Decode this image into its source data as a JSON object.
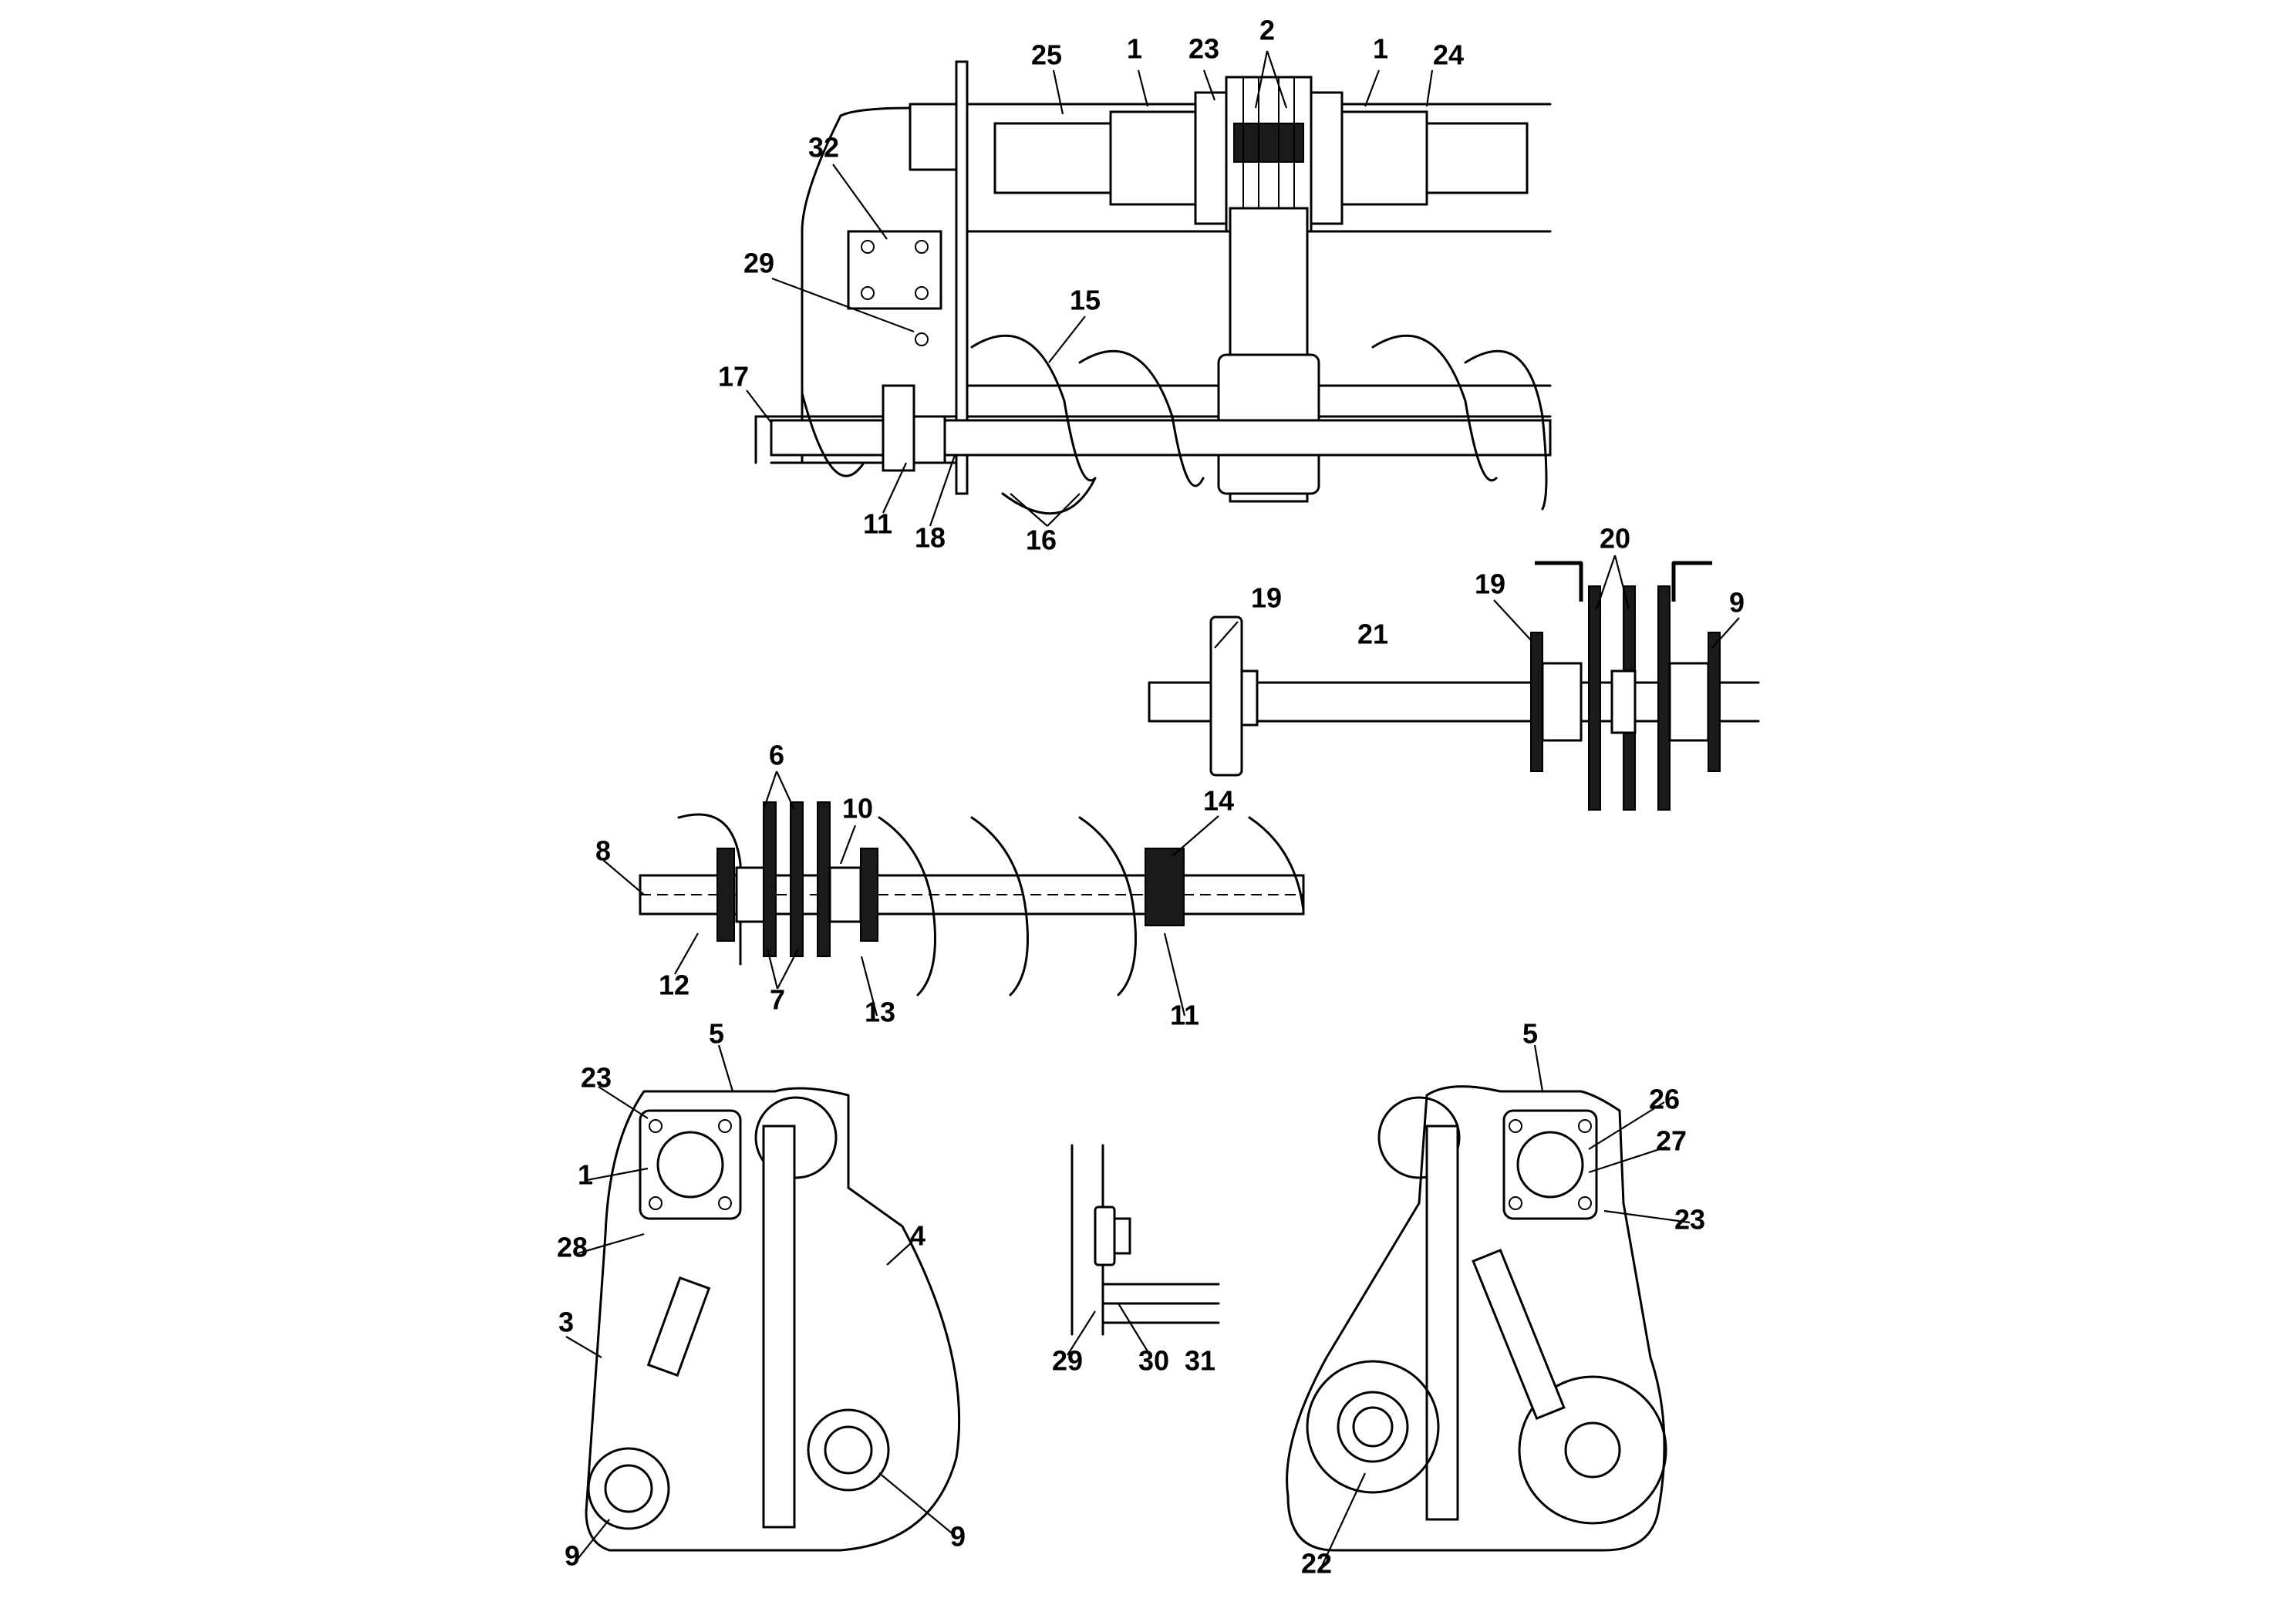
{
  "callouts": [
    {
      "id": "c-top-25",
      "text": "25"
    },
    {
      "id": "c-top-1a",
      "text": "1"
    },
    {
      "id": "c-top-23",
      "text": "23"
    },
    {
      "id": "c-top-2",
      "text": "2"
    },
    {
      "id": "c-top-1b",
      "text": "1"
    },
    {
      "id": "c-top-24",
      "text": "24"
    },
    {
      "id": "c-top-32",
      "text": "32"
    },
    {
      "id": "c-top-29",
      "text": "29"
    },
    {
      "id": "c-top-15",
      "text": "15"
    },
    {
      "id": "c-top-17",
      "text": "17"
    },
    {
      "id": "c-top-11",
      "text": "11"
    },
    {
      "id": "c-top-18",
      "text": "18"
    },
    {
      "id": "c-top-16",
      "text": "16"
    },
    {
      "id": "c-shaft-19a",
      "text": "19"
    },
    {
      "id": "c-shaft-21",
      "text": "21"
    },
    {
      "id": "c-shaft-20",
      "text": "20"
    },
    {
      "id": "c-shaft-19b",
      "text": "19"
    },
    {
      "id": "c-shaft-9",
      "text": "9"
    },
    {
      "id": "c-aug-6",
      "text": "6"
    },
    {
      "id": "c-aug-10",
      "text": "10"
    },
    {
      "id": "c-aug-14",
      "text": "14"
    },
    {
      "id": "c-aug-8",
      "text": "8"
    },
    {
      "id": "c-aug-12",
      "text": "12"
    },
    {
      "id": "c-aug-7",
      "text": "7"
    },
    {
      "id": "c-aug-13",
      "text": "13"
    },
    {
      "id": "c-aug-11",
      "text": "11"
    },
    {
      "id": "c-left-5",
      "text": "5"
    },
    {
      "id": "c-left-23",
      "text": "23"
    },
    {
      "id": "c-left-1",
      "text": "1"
    },
    {
      "id": "c-left-28",
      "text": "28"
    },
    {
      "id": "c-left-4",
      "text": "4"
    },
    {
      "id": "c-left-3",
      "text": "3"
    },
    {
      "id": "c-left-9a",
      "text": "9"
    },
    {
      "id": "c-left-9b",
      "text": "9"
    },
    {
      "id": "c-det-29",
      "text": "29"
    },
    {
      "id": "c-det-30",
      "text": "30"
    },
    {
      "id": "c-det-31",
      "text": "31"
    },
    {
      "id": "c-right-5",
      "text": "5"
    },
    {
      "id": "c-right-26",
      "text": "26"
    },
    {
      "id": "c-right-27",
      "text": "27"
    },
    {
      "id": "c-right-23",
      "text": "23"
    },
    {
      "id": "c-right-22",
      "text": "22"
    }
  ]
}
